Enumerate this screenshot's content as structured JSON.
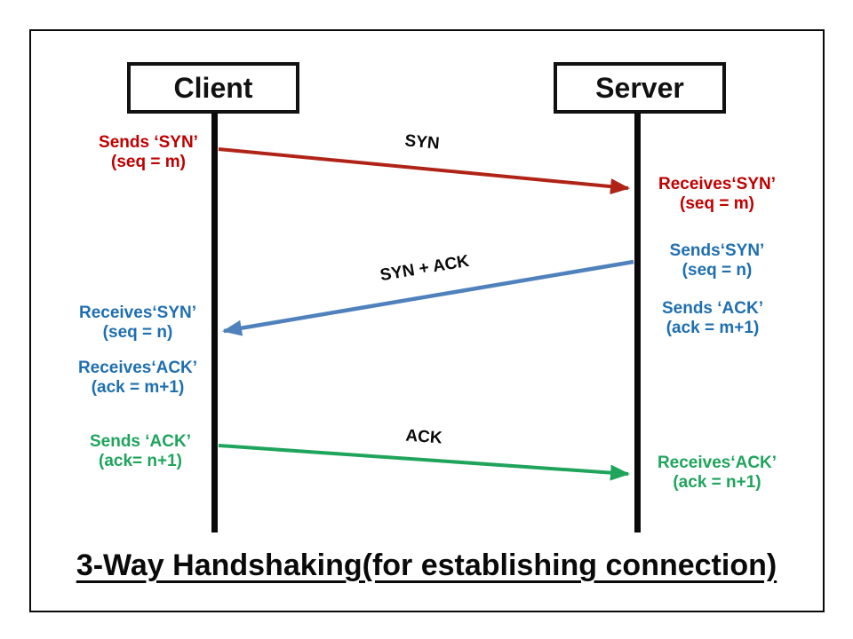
{
  "slide": {
    "title": "3-Way Handshaking(for establishing connection)"
  },
  "actors": {
    "client": "Client",
    "server": "Server"
  },
  "colors": {
    "syn_line": "#B02418",
    "syn_text": "#C00000",
    "synack_line": "#4F81BD",
    "synack_text": "#1F6FB0",
    "ack_line": "#1FA45C",
    "ack_text": "#1FA45C"
  },
  "arrow_labels": {
    "syn": "SYN",
    "syn_ack": "SYN + ACK",
    "ack": "ACK"
  },
  "annotations": {
    "client_sends_syn": {
      "l1": "Sends ‘SYN’",
      "l2": "(seq = m)"
    },
    "server_receives_syn": {
      "l1": "Receives‘SYN’",
      "l2": "(seq = m)"
    },
    "server_sends_syn": {
      "l1": "Sends‘SYN’",
      "l2": "(seq = n)"
    },
    "server_sends_ack": {
      "l1": "Sends ‘ACK’",
      "l2": "(ack = m+1)"
    },
    "client_receives_syn": {
      "l1": "Receives‘SYN’",
      "l2": "(seq = n)"
    },
    "client_receives_ack": {
      "l1": "Receives‘ACK’",
      "l2": "(ack = m+1)"
    },
    "client_sends_ack": {
      "l1": "Sends ‘ACK’",
      "l2": "(ack= n+1)"
    },
    "server_receives_ack": {
      "l1": "Receives‘ACK’",
      "l2": "(ack = n+1)"
    }
  }
}
